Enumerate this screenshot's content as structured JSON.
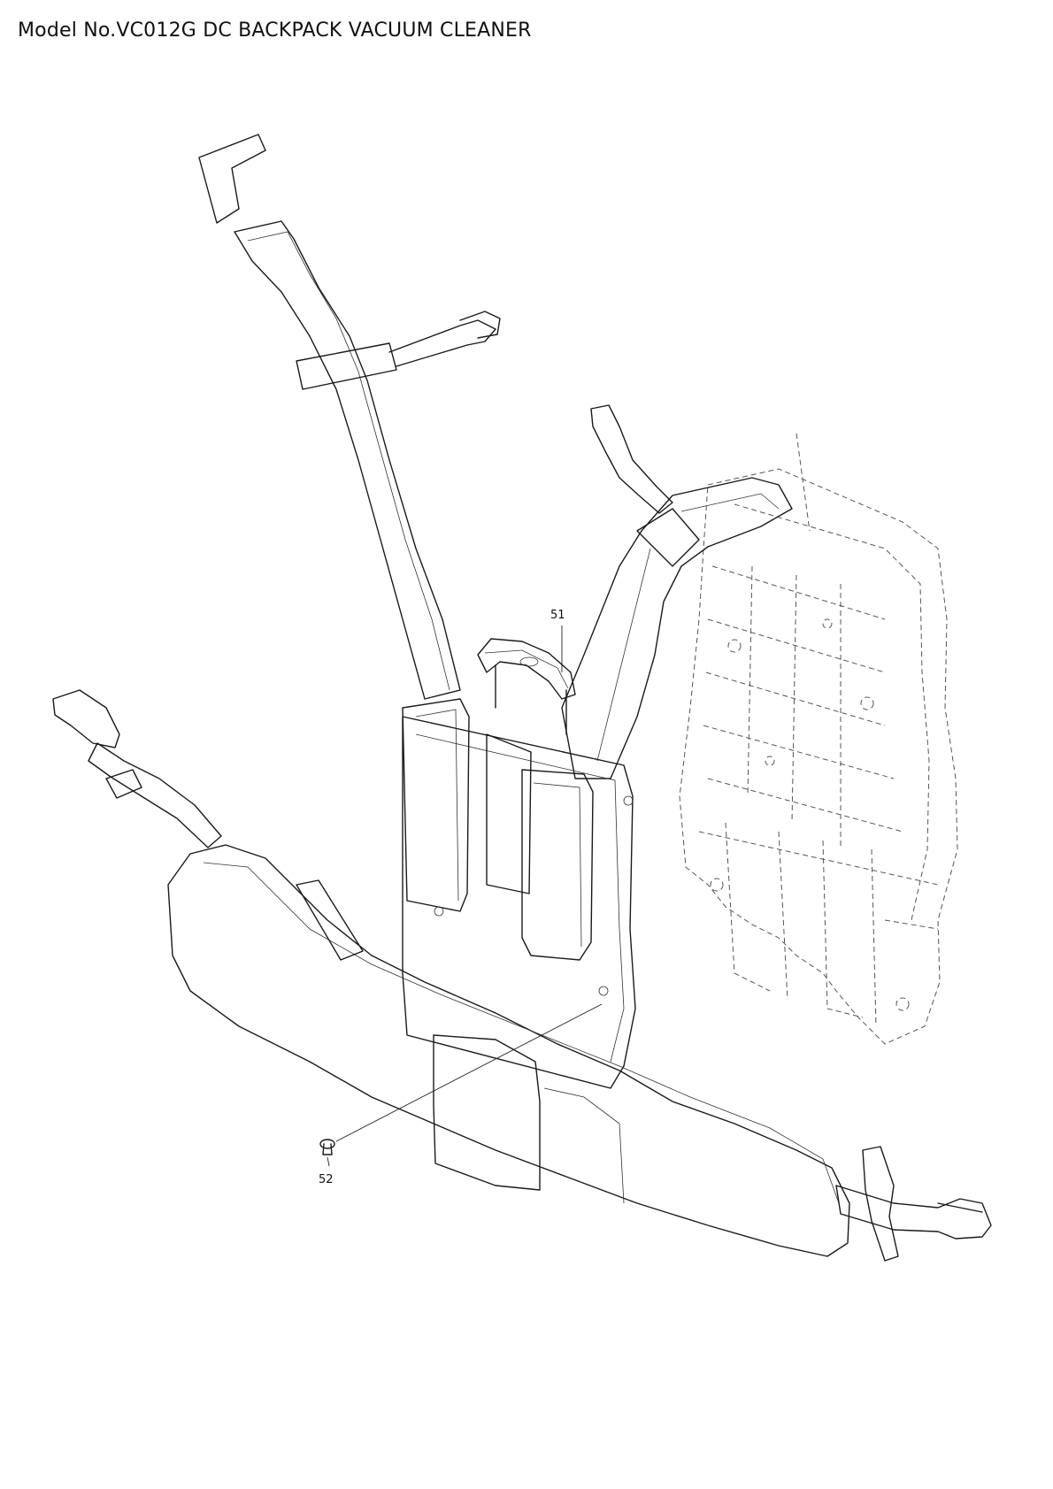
{
  "page": {
    "title": "Model No.VC012G DC BACKPACK VACUUM CLEANER"
  },
  "callouts": [
    {
      "id": "51",
      "label": "51"
    },
    {
      "id": "52",
      "label": "52"
    }
  ],
  "colors": {
    "line": "#1a1a1a",
    "background": "#ffffff"
  }
}
